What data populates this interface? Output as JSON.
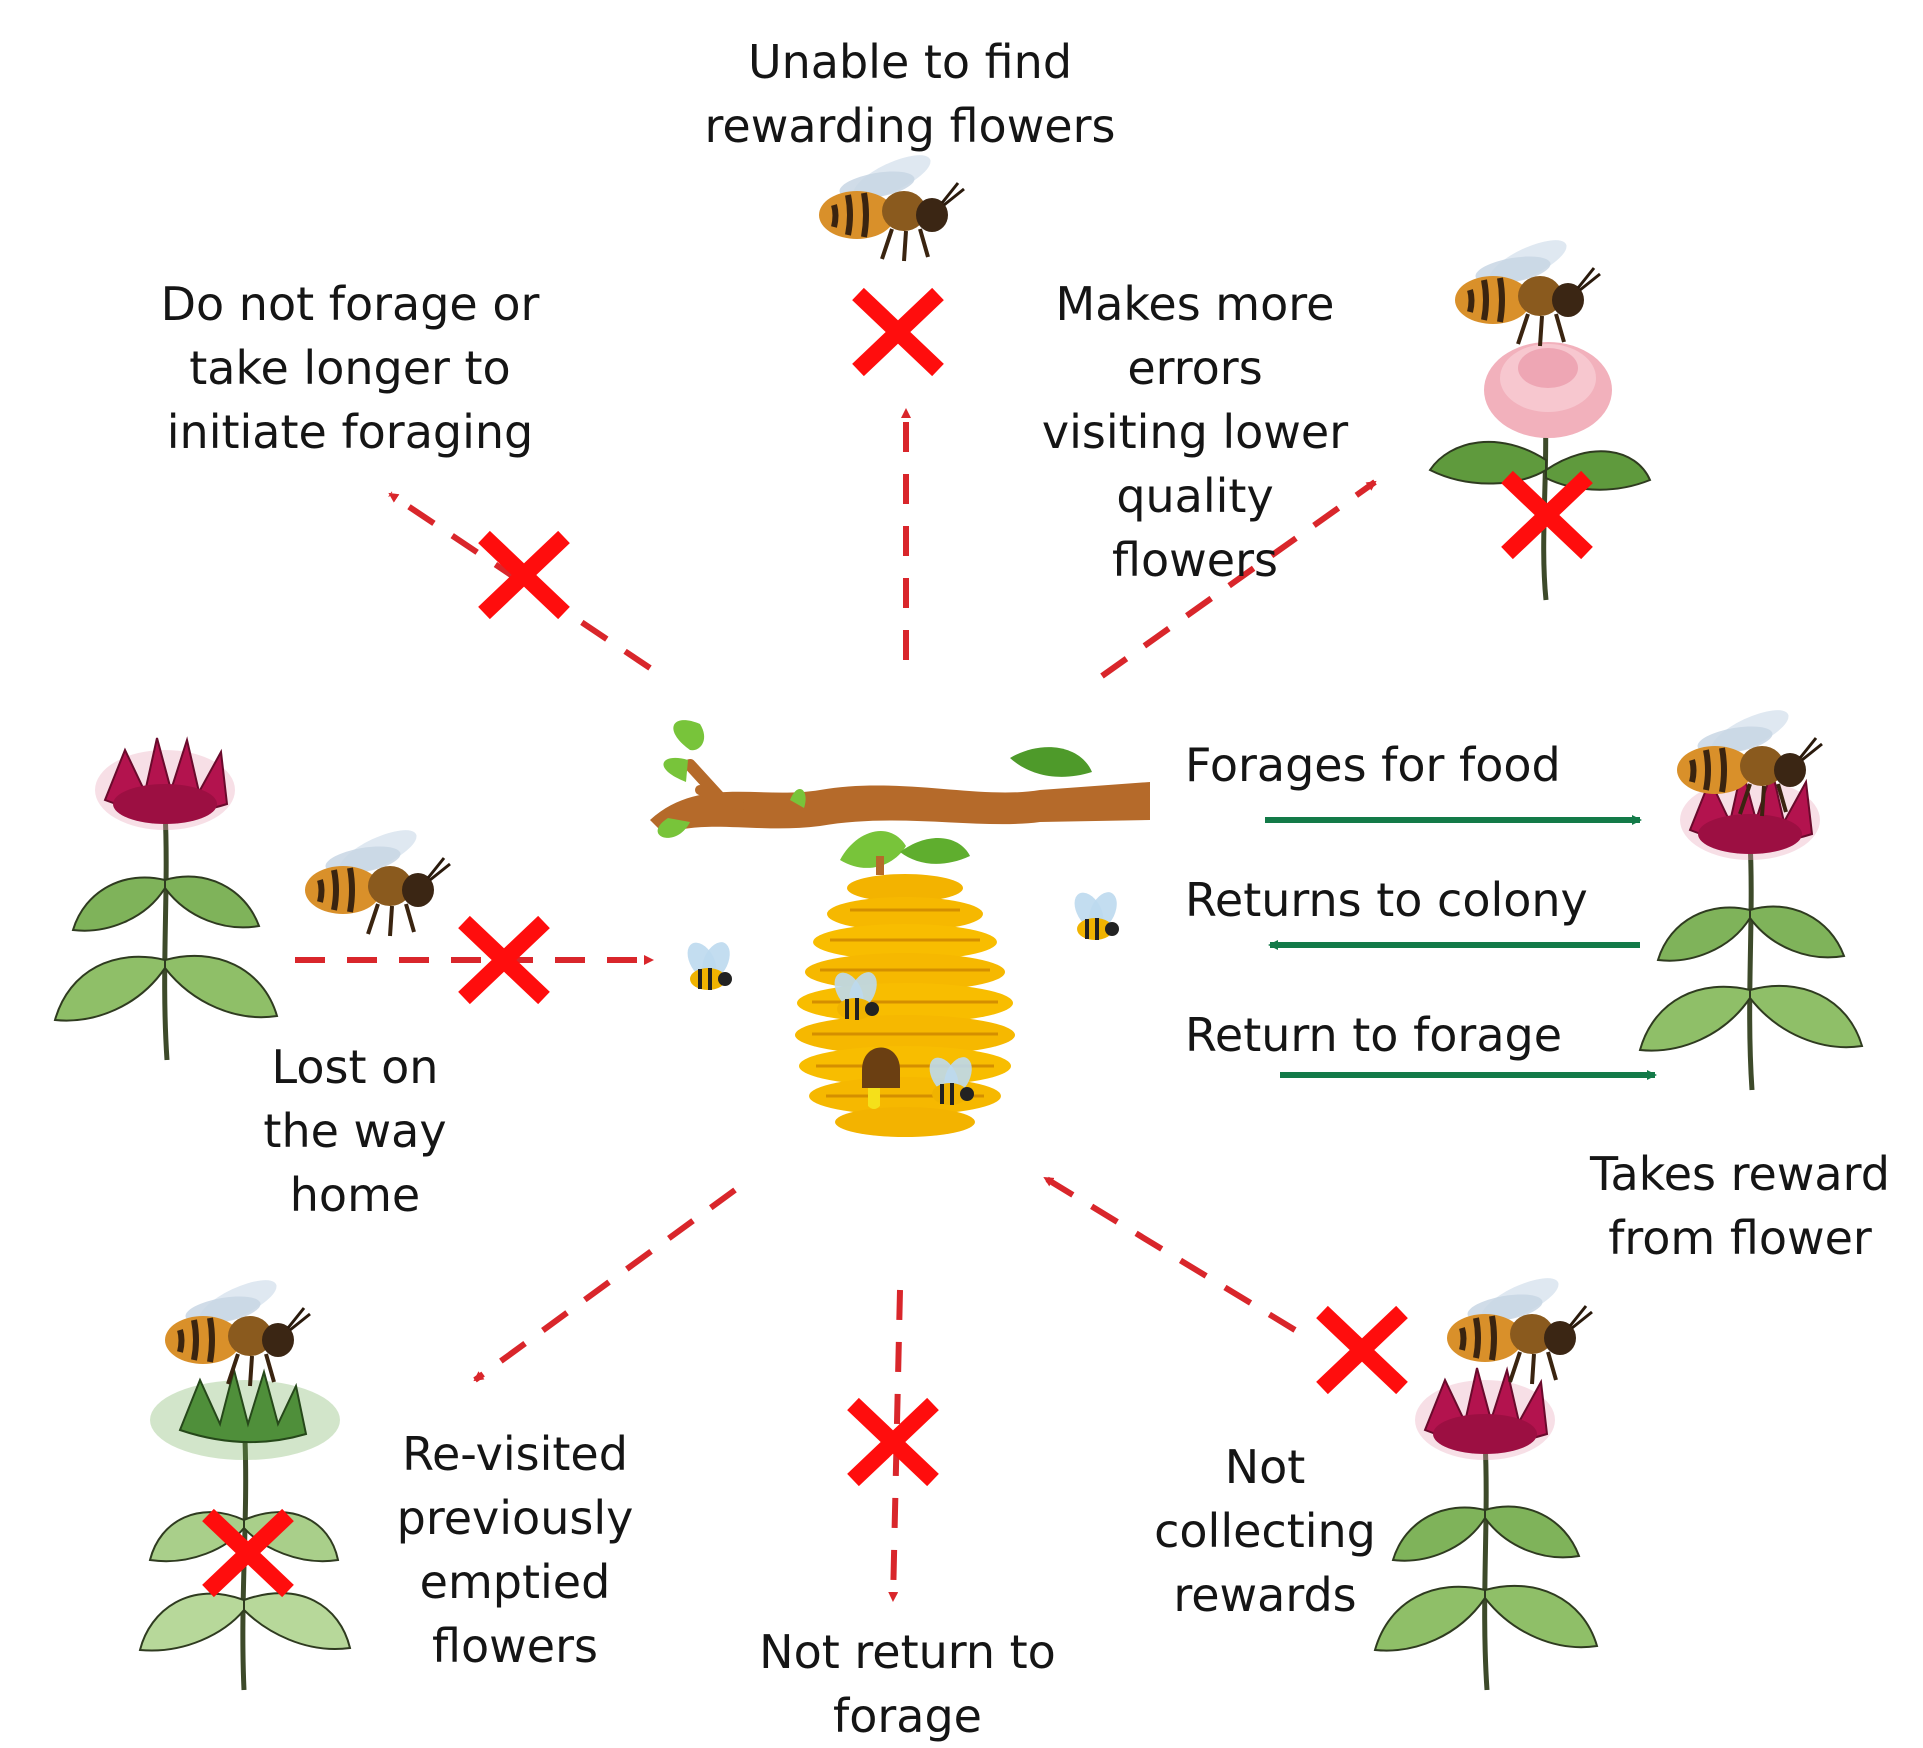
{
  "colors": {
    "failure_arrow": "#d9262b",
    "cross": "#ff0d0d",
    "success_arrow": "#137a48",
    "hive": "#f6b800",
    "branch": "#b56a2a",
    "leaf": "#78c43a",
    "flower_magenta": "#b3134e",
    "flower_pink": "#f2b1bc",
    "flower_green": "#6aa84f"
  },
  "icons": [
    "bee-icon",
    "beehive-icon",
    "flower-icon",
    "cross-icon"
  ],
  "labels": {
    "unable_to_find": "Unable to find rewarding flowers",
    "do_not_forage": "Do not forage or take longer to initiate foraging",
    "more_errors": "Makes more errors visiting lower quality flowers",
    "forages_for_food": "Forages for food",
    "returns_to_colony": "Returns to colony",
    "return_to_forage": "Return to forage",
    "lost_on_way": "Lost on the way home",
    "takes_reward": "Takes reward from flower",
    "revisited": "Re-visited previously emptied flowers",
    "not_return": "Not return to forage",
    "not_collecting": "Not collecting rewards"
  }
}
